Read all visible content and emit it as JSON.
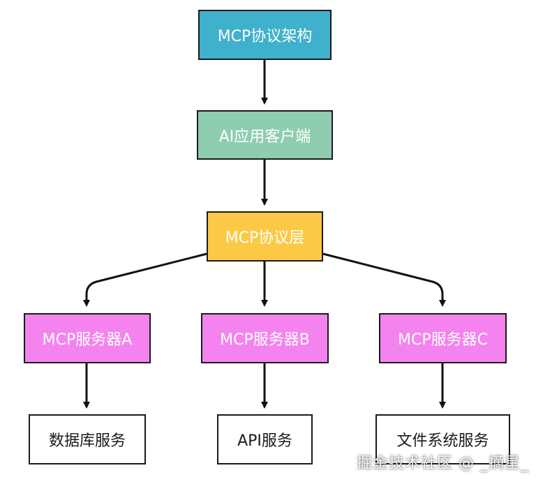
{
  "diagram": {
    "root": "MCP协议架构",
    "client": "AI应用客户端",
    "protocol_layer": "MCP协议层",
    "servers": [
      "MCP服务器A",
      "MCP服务器B",
      "MCP服务器C"
    ],
    "services": [
      "数据库服务",
      "API服务",
      "文件系统服务"
    ]
  },
  "colors": {
    "root_fill": "#3fb1cc",
    "client_fill": "#8fcdb0",
    "protocol_fill": "#fcc947",
    "server_fill": "#f583ef",
    "service_fill": "#ffffff",
    "edge": "#111111"
  },
  "edges": [
    [
      "MCP协议架构",
      "AI应用客户端"
    ],
    [
      "AI应用客户端",
      "MCP协议层"
    ],
    [
      "MCP协议层",
      "MCP服务器A"
    ],
    [
      "MCP协议层",
      "MCP服务器B"
    ],
    [
      "MCP协议层",
      "MCP服务器C"
    ],
    [
      "MCP服务器A",
      "数据库服务"
    ],
    [
      "MCP服务器B",
      "API服务"
    ],
    [
      "MCP服务器C",
      "文件系统服务"
    ]
  ],
  "watermark": "掘金技术社区 @ _摘星_"
}
